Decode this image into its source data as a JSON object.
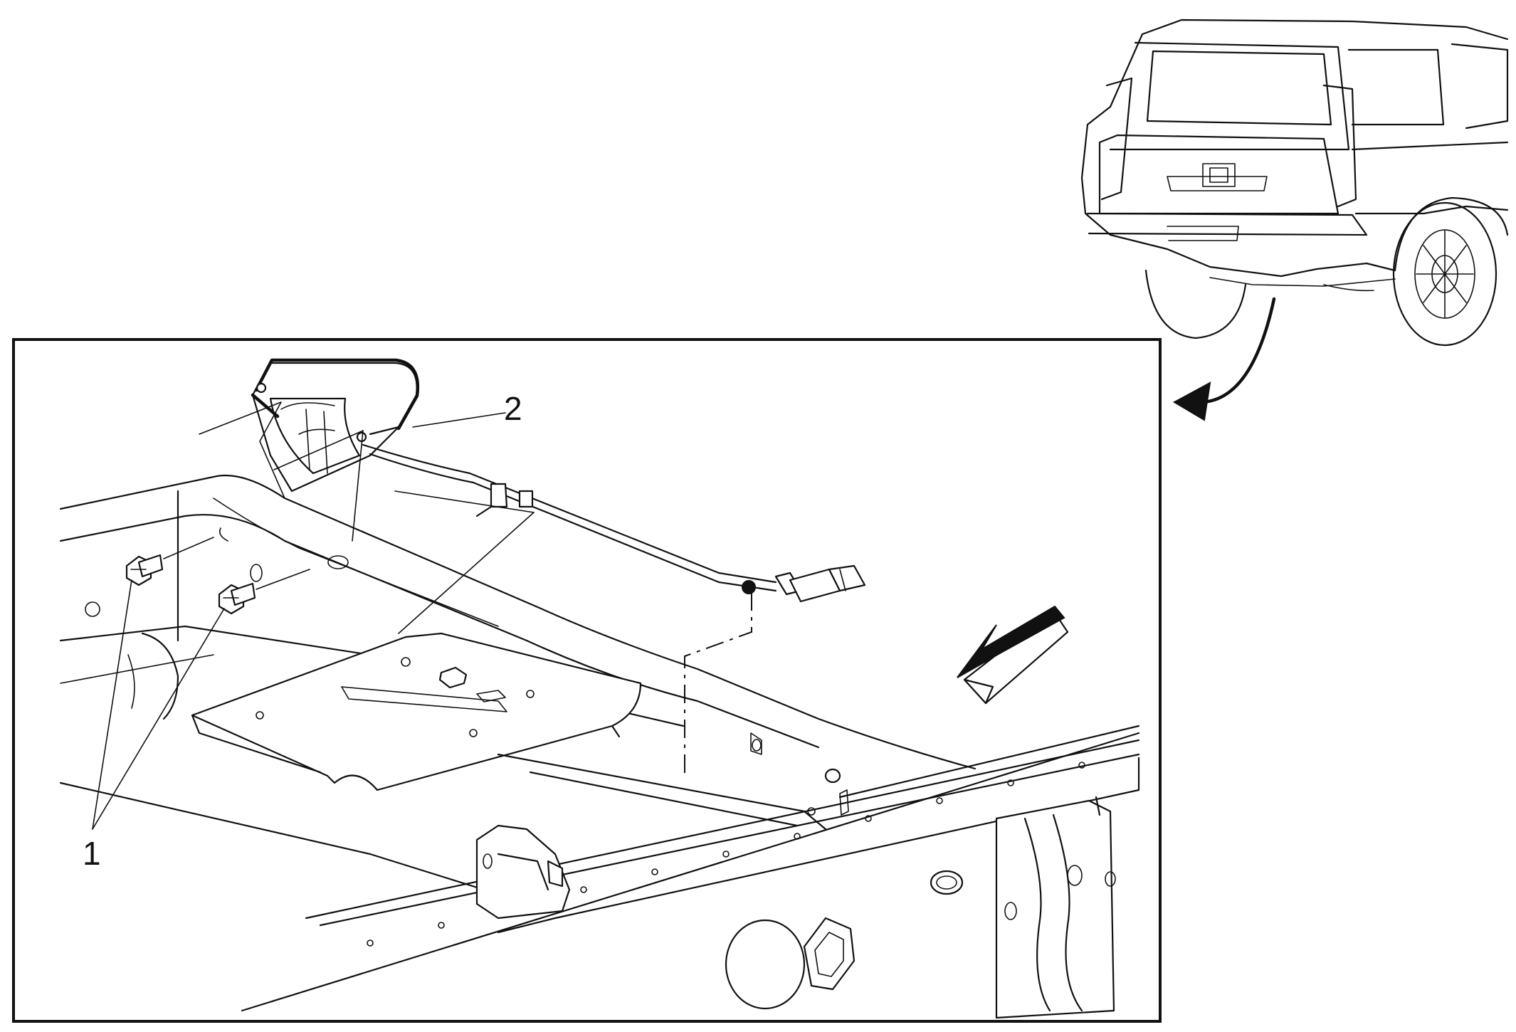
{
  "callouts": [
    {
      "id": "1",
      "label": "1",
      "part": "fastener"
    },
    {
      "id": "2",
      "label": "2",
      "part": "component-with-harness"
    }
  ],
  "colors": {
    "line": "#111111",
    "background": "#ffffff"
  },
  "icons": [
    "view-direction-arrow-icon",
    "vehicle-forward-arrow-icon"
  ]
}
